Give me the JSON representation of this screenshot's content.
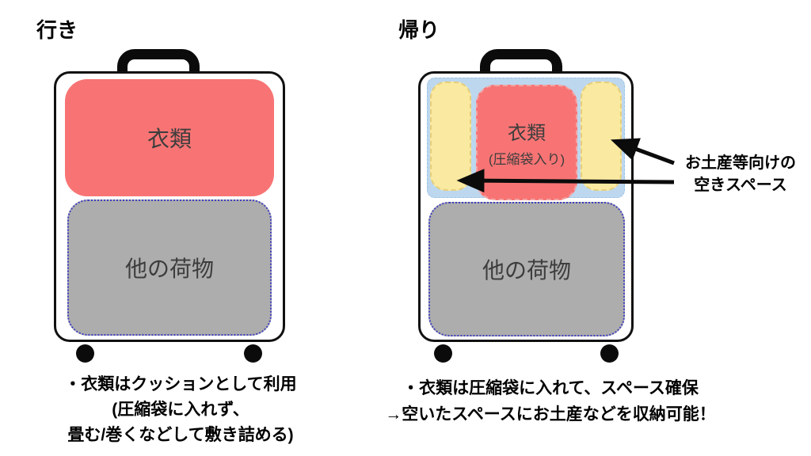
{
  "left_panel": {
    "title": "行き",
    "suitcase": {
      "clothes_label": "衣類",
      "other_label": "他の荷物"
    },
    "caption": {
      "line1": "・衣類はクッションとして利用",
      "line2": "(圧縮袋に入れず、",
      "line3": "畳む/巻くなどして敷き詰める)"
    }
  },
  "right_panel": {
    "title": "帰り",
    "suitcase": {
      "clothes_label": "衣類",
      "clothes_note": "(圧縮袋入り)",
      "other_label": "他の荷物"
    },
    "annotation": {
      "line1": "お土産等向けの",
      "line2": "空きスペース"
    },
    "caption": {
      "line1": "・衣類は圧縮袋に入れて、スペース確保",
      "line2": "→空いたスペースにお土産などを収納可能！"
    }
  },
  "colors": {
    "clothes_red": "#F87474",
    "other_gray": "#ADADAD",
    "space_yellow": "#FAE9A0",
    "compression_blue": "#BDD7EE",
    "dotted_border_blue": "#4040C0",
    "arrow_black": "#0b0b0b"
  }
}
